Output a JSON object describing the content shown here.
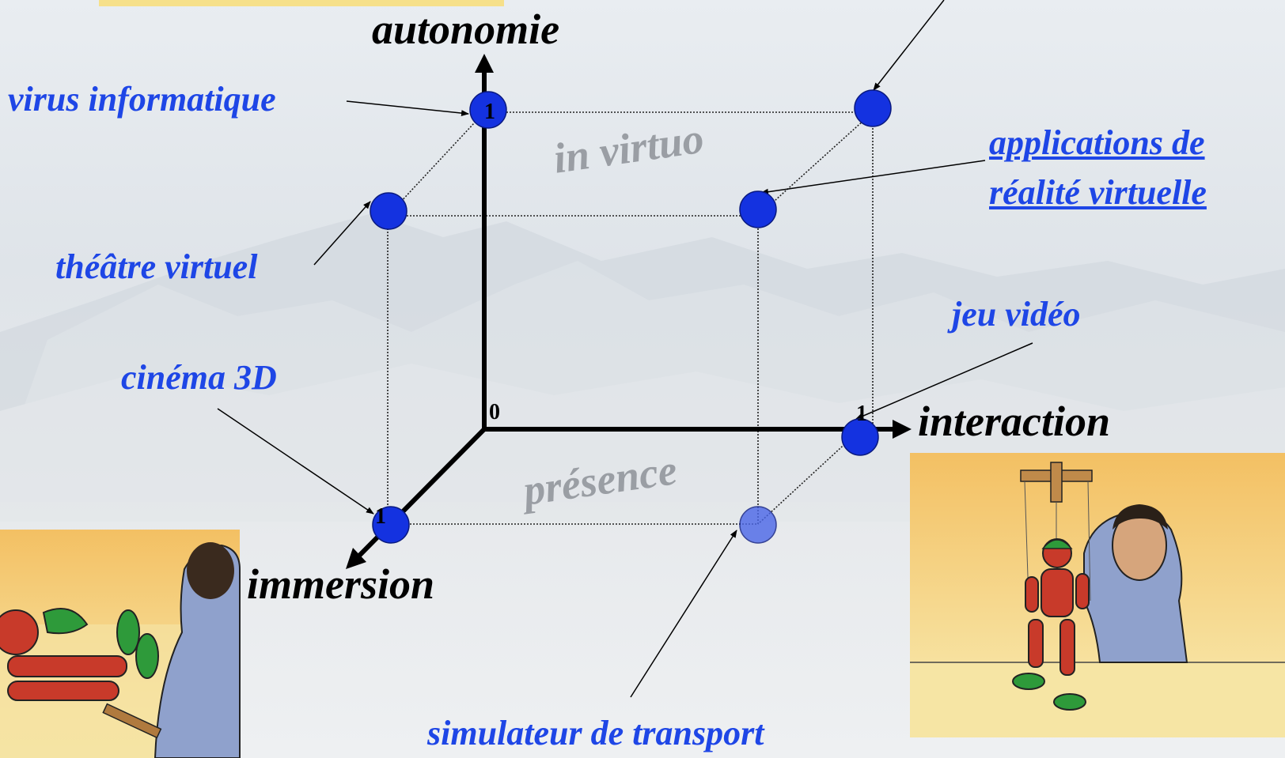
{
  "axes": {
    "autonomy": "autonomie",
    "interaction": "interaction",
    "immersion": "immersion",
    "origin": "0",
    "unit_autonomy": "1",
    "unit_interaction": "1",
    "unit_immersion": "1"
  },
  "regions": {
    "top": "in virtuo",
    "bottom": "présence"
  },
  "applications": {
    "virus": "virus informatique",
    "theatre": "théâtre virtuel",
    "cinema": "cinéma 3D",
    "vr_line1": "applications de",
    "vr_line2": "réalité  virtuelle",
    "game": "jeu vidéo",
    "simulator": "simulateur de transport"
  },
  "colors": {
    "point": "#1432e0",
    "label": "#1e46e6",
    "sky": "#e6ebef"
  }
}
